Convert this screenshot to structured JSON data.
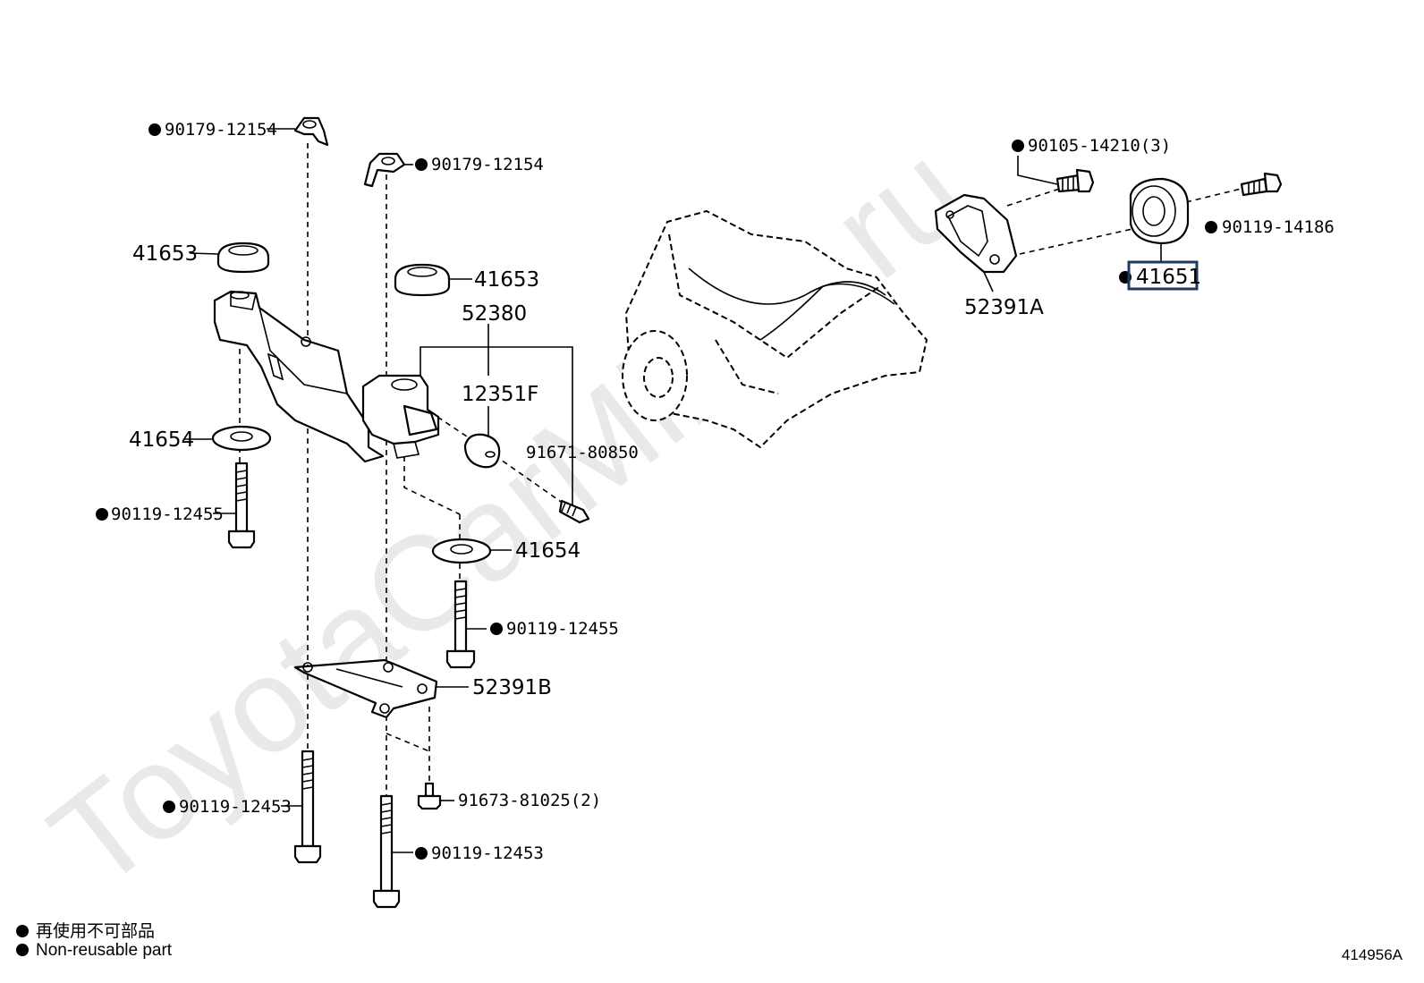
{
  "watermark": "ToyotaCarMirror.ru",
  "legend": {
    "jp": "再使用不可部品",
    "en": "Non-reusable part"
  },
  "figure_id": "414956A",
  "labels": {
    "l_90179_a": "90179-12154",
    "l_90179_b": "90179-12154",
    "l_41653_a": "41653",
    "l_41653_b": "41653",
    "l_52380": "52380",
    "l_12351F": "12351F",
    "l_41654_a": "41654",
    "l_41654_b": "41654",
    "l_91671": "91671-80850",
    "l_90119_12455_a": "90119-12455",
    "l_90119_12455_b": "90119-12455",
    "l_52391B": "52391B",
    "l_91673": "91673-81025(2)",
    "l_90119_12453_a": "90119-12453",
    "l_90119_12453_b": "90119-12453",
    "l_90105": "90105-14210(3)",
    "l_90119_14186": "90119-14186",
    "l_52391A": "52391A",
    "l_41651": "41651"
  },
  "colors": {
    "line": "#000000",
    "watermark": "#e9e9e9",
    "highlight": "#1f3a5f"
  }
}
